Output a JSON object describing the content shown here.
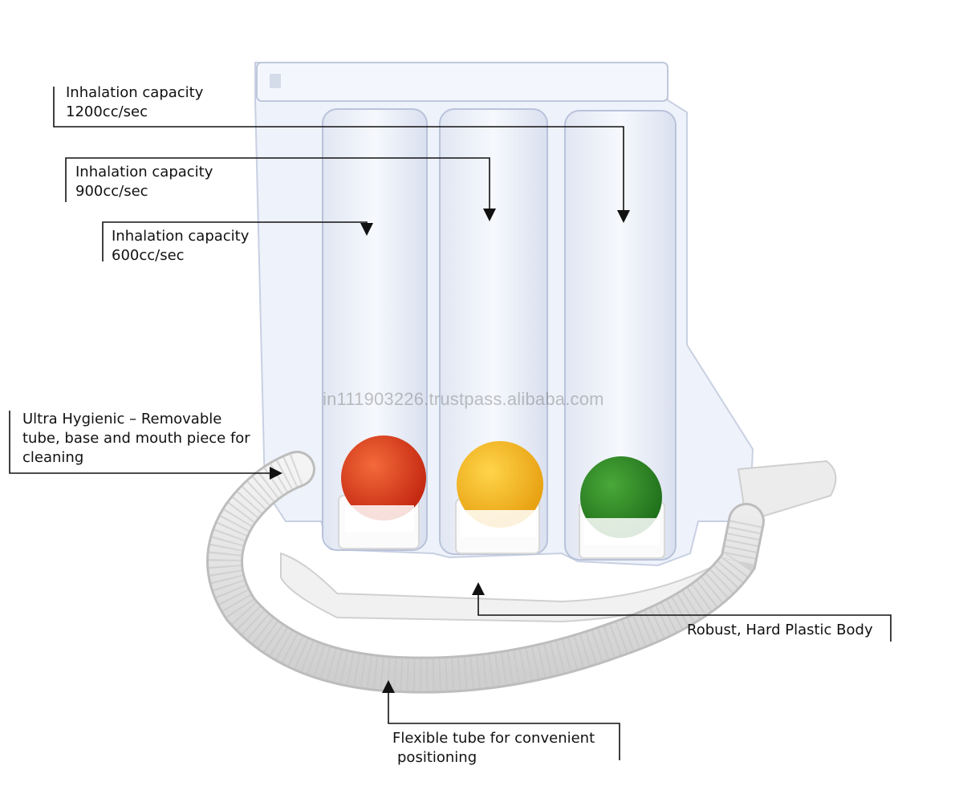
{
  "callouts": {
    "capacity_1200": {
      "line1": "Inhalation capacity",
      "line2": "1200cc/sec"
    },
    "capacity_900": {
      "line1": "Inhalation capacity",
      "line2": "900cc/sec"
    },
    "capacity_600": {
      "line1": "Inhalation capacity",
      "line2": "600cc/sec"
    },
    "hygienic": {
      "line1": "Ultra Hygienic – Removable",
      "line2": "tube, base and mouth piece for",
      "line3": "cleaning"
    },
    "robust": {
      "line1": "Robust, Hard Plastic Body"
    },
    "flexible": {
      "line1": "Flexible tube for convenient",
      "line2": "positioning"
    }
  },
  "watermark": "in111903226.trustpass.alibaba.com",
  "balls": [
    {
      "color": "#d9341c"
    },
    {
      "color": "#f5b71a"
    },
    {
      "color": "#2e8a26"
    }
  ],
  "colors": {
    "leader_line": "#111111",
    "body_plastic": "#e9eef7",
    "tube": "#e6e6e6"
  }
}
